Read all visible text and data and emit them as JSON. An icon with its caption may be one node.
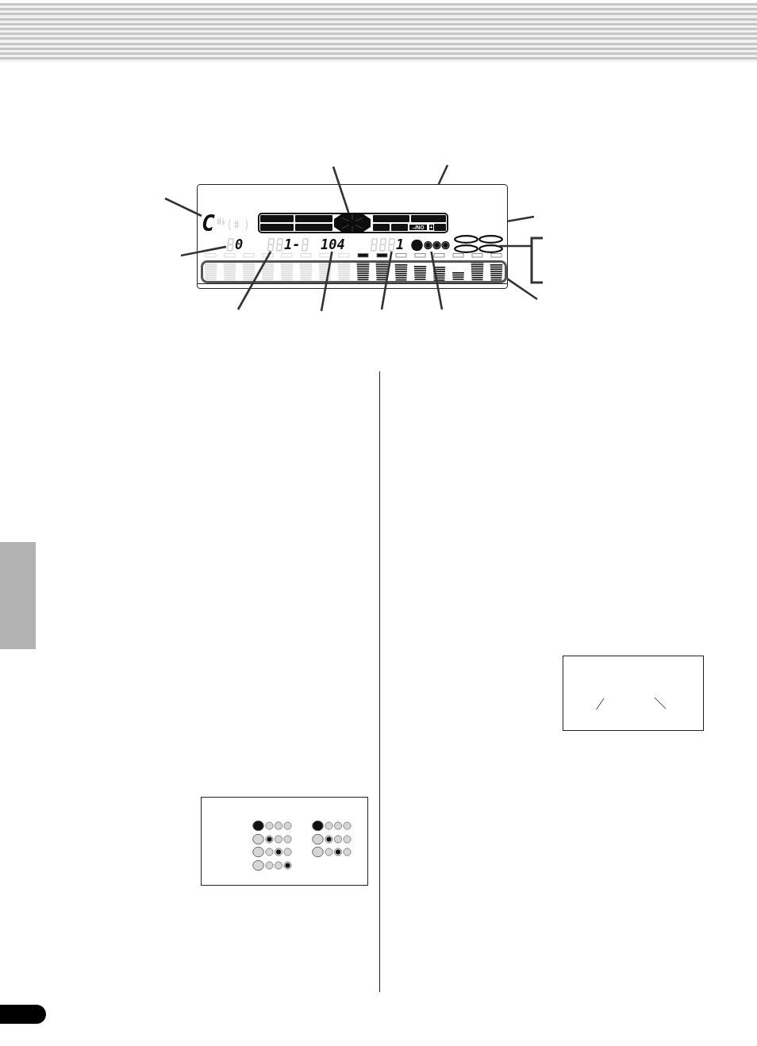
{
  "diagram": {
    "nodes": [
      {
        "text": [],
        "shape": "box"
      },
      {
        "text": [
          "C"
        ],
        "in": 0
      },
      {
        "text": [
          "–/NO",
          "+"
        ],
        "in": 0
      },
      {
        "text": [],
        "shape": "octagon",
        "in": 2
      },
      {
        "text": [
          "0"
        ],
        "in": 0
      },
      {
        "text": [
          "1-"
        ],
        "in": 0
      },
      {
        "text": [
          "104"
        ],
        "in": 0
      },
      {
        "text": [
          "1"
        ],
        "in": 0
      },
      {
        "text": [],
        "shape": "dots",
        "in": 0
      },
      {
        "text": [],
        "shape": "ellipse",
        "in": 0
      },
      {
        "text": [],
        "shape": "ellipse",
        "in": 0
      },
      {
        "text": [],
        "shape": "ellipse",
        "in": 0
      },
      {
        "text": [],
        "shape": "ellipse",
        "in": 0
      },
      {
        "text": [],
        "shape": "bracket"
      },
      {
        "text": [],
        "shape": "box",
        "in": 0
      },
      {
        "text": [],
        "shape": "tab"
      },
      {
        "text": [],
        "shape": "box"
      },
      {
        "text": [],
        "shape": "box"
      },
      {
        "text": [],
        "shape": "tab"
      }
    ],
    "edges": [
      {
        "from": null,
        "to": 3,
        "arrow": "none"
      },
      {
        "from": null,
        "to": 0,
        "arrow": "none"
      },
      {
        "from": null,
        "to": 1,
        "arrow": "none"
      },
      {
        "from": null,
        "to": 0,
        "arrow": "none"
      },
      {
        "from": 13,
        "to": 12,
        "arrow": "none"
      },
      {
        "from": null,
        "to": 4,
        "arrow": "none"
      },
      {
        "from": null,
        "to": 5,
        "arrow": "none"
      },
      {
        "from": null,
        "to": 6,
        "arrow": "none"
      },
      {
        "from": null,
        "to": 7,
        "arrow": "none"
      },
      {
        "from": null,
        "to": 8,
        "arrow": "none"
      },
      {
        "from": null,
        "to": 14,
        "arrow": "none"
      }
    ]
  }
}
